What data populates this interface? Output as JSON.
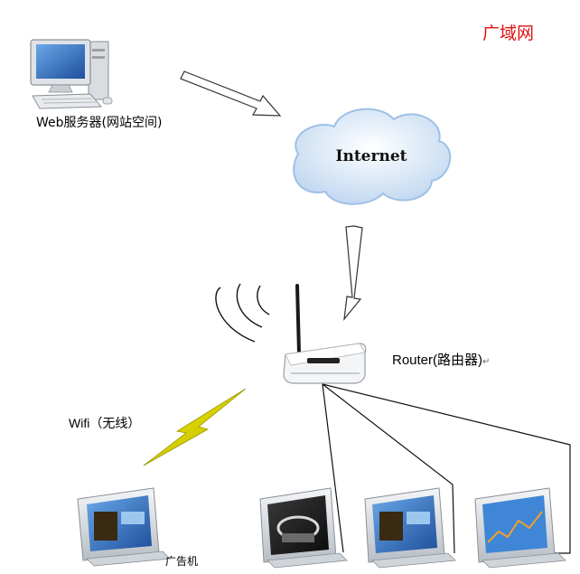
{
  "labels": {
    "wan": "广域网",
    "web_server": "Web服务器(网站空间)",
    "internet": "Internet",
    "router": "Router(路由器)",
    "router_mark": "↵",
    "wifi": "Wifi（无线）",
    "ad_machine": "广告机"
  },
  "colors": {
    "wan_label": "#e01010",
    "wifi_bolt": "#e8e000",
    "cloud_fill": "#dce9f7"
  },
  "icons": [
    "computer-icon",
    "cloud-icon",
    "router-icon",
    "wifi-waves-icon",
    "lightning-icon",
    "monitor-icon"
  ]
}
